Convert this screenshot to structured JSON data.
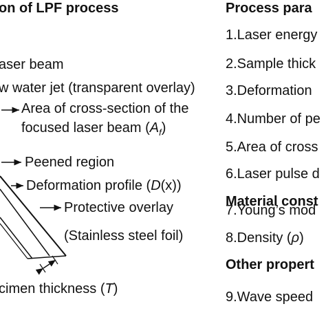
{
  "left_panel": {
    "title": "on of LPF process",
    "laser_beam": "aser beam",
    "water_jet": "w water jet (transparent overlay)",
    "area_cross_section_line1": "Area of cross-section of the",
    "area_cross_section_line2": "focused laser beam (",
    "area_symbol": "A",
    "area_subscript": "f",
    "area_close": ")",
    "peened_region": "Peened region",
    "deformation_profile": "Deformation profile (",
    "deformation_symbol": "D",
    "deformation_close": "(x))",
    "protective_overlay": "Protective overlay",
    "stainless_steel_foil": "(Stainless steel foil)",
    "specimen_thickness": "cimen thickness (",
    "thickness_symbol": "T",
    "thickness_close": ")"
  },
  "right_panel": {
    "title": "Process para",
    "items": [
      "1.Laser energy",
      "2.Sample thick",
      "3.Deformation",
      "4.Number of pe",
      "5.Area of cross",
      "6.Laser pulse d"
    ],
    "material_heading": "Material const",
    "material_items": [
      "7.Young’s mod",
      "8.Density (",
      "ρ",
      ")"
    ],
    "other_heading": "Other propert",
    "other_items": [
      "9.Wave speed"
    ]
  }
}
